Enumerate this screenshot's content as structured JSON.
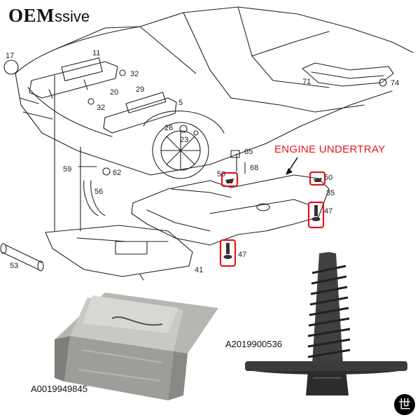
{
  "brand": {
    "logo_text": "OEM",
    "logo_tail": "ssive"
  },
  "diagram": {
    "heading": "ENGINE UNDERTRAY",
    "callouts": {
      "c17": "17",
      "c11": "11",
      "c32a": "32",
      "c20": "20",
      "c29": "29",
      "c32b": "32",
      "c5": "5",
      "c26": "26",
      "c23": "23",
      "c71": "71",
      "c74": "74",
      "c65": "65",
      "c68": "68",
      "c50a": "50",
      "c50b": "50",
      "c59": "59",
      "c62": "62",
      "c56": "56",
      "c35": "35",
      "c47a": "47",
      "c47b": "47",
      "c53": "53",
      "c41": "41"
    },
    "highlight_color": "#e8141c"
  },
  "products": {
    "clip_part_number": "A0019949845",
    "screw_part_number": "A2019900536"
  },
  "badge": {
    "glyph": "世"
  }
}
